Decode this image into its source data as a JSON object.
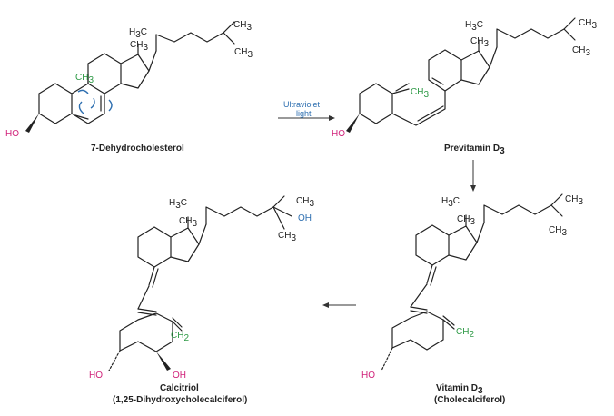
{
  "colors": {
    "bond": "#222222",
    "hydroxyl": "#d0217a",
    "methylene": "#2e9a46",
    "uv_label": "#2e6fb0",
    "arc_marks": "#2e6fb0"
  },
  "compounds": {
    "c1": {
      "name": "7-Dehydrocholesterol",
      "sub": ""
    },
    "c2": {
      "name": "Previtamin D",
      "sub": "3"
    },
    "c3": {
      "name": "Vitamin D",
      "sub": "3",
      "name2": "(Cholecalciferol)"
    },
    "c4": {
      "name": "Calcitriol",
      "name2": "(1,25-Dihydroxycholecalciferol)"
    }
  },
  "arrows": {
    "uv_label_line1": "Ultraviolet",
    "uv_label_line2": "light"
  },
  "atoms": {
    "h3c": "H",
    "h3c_3": "3",
    "h3c_c": "C",
    "ch": "CH",
    "ch_3": "3",
    "ch2": "CH",
    "ch2_2": "2",
    "ho": "HO",
    "oh": "OH"
  }
}
